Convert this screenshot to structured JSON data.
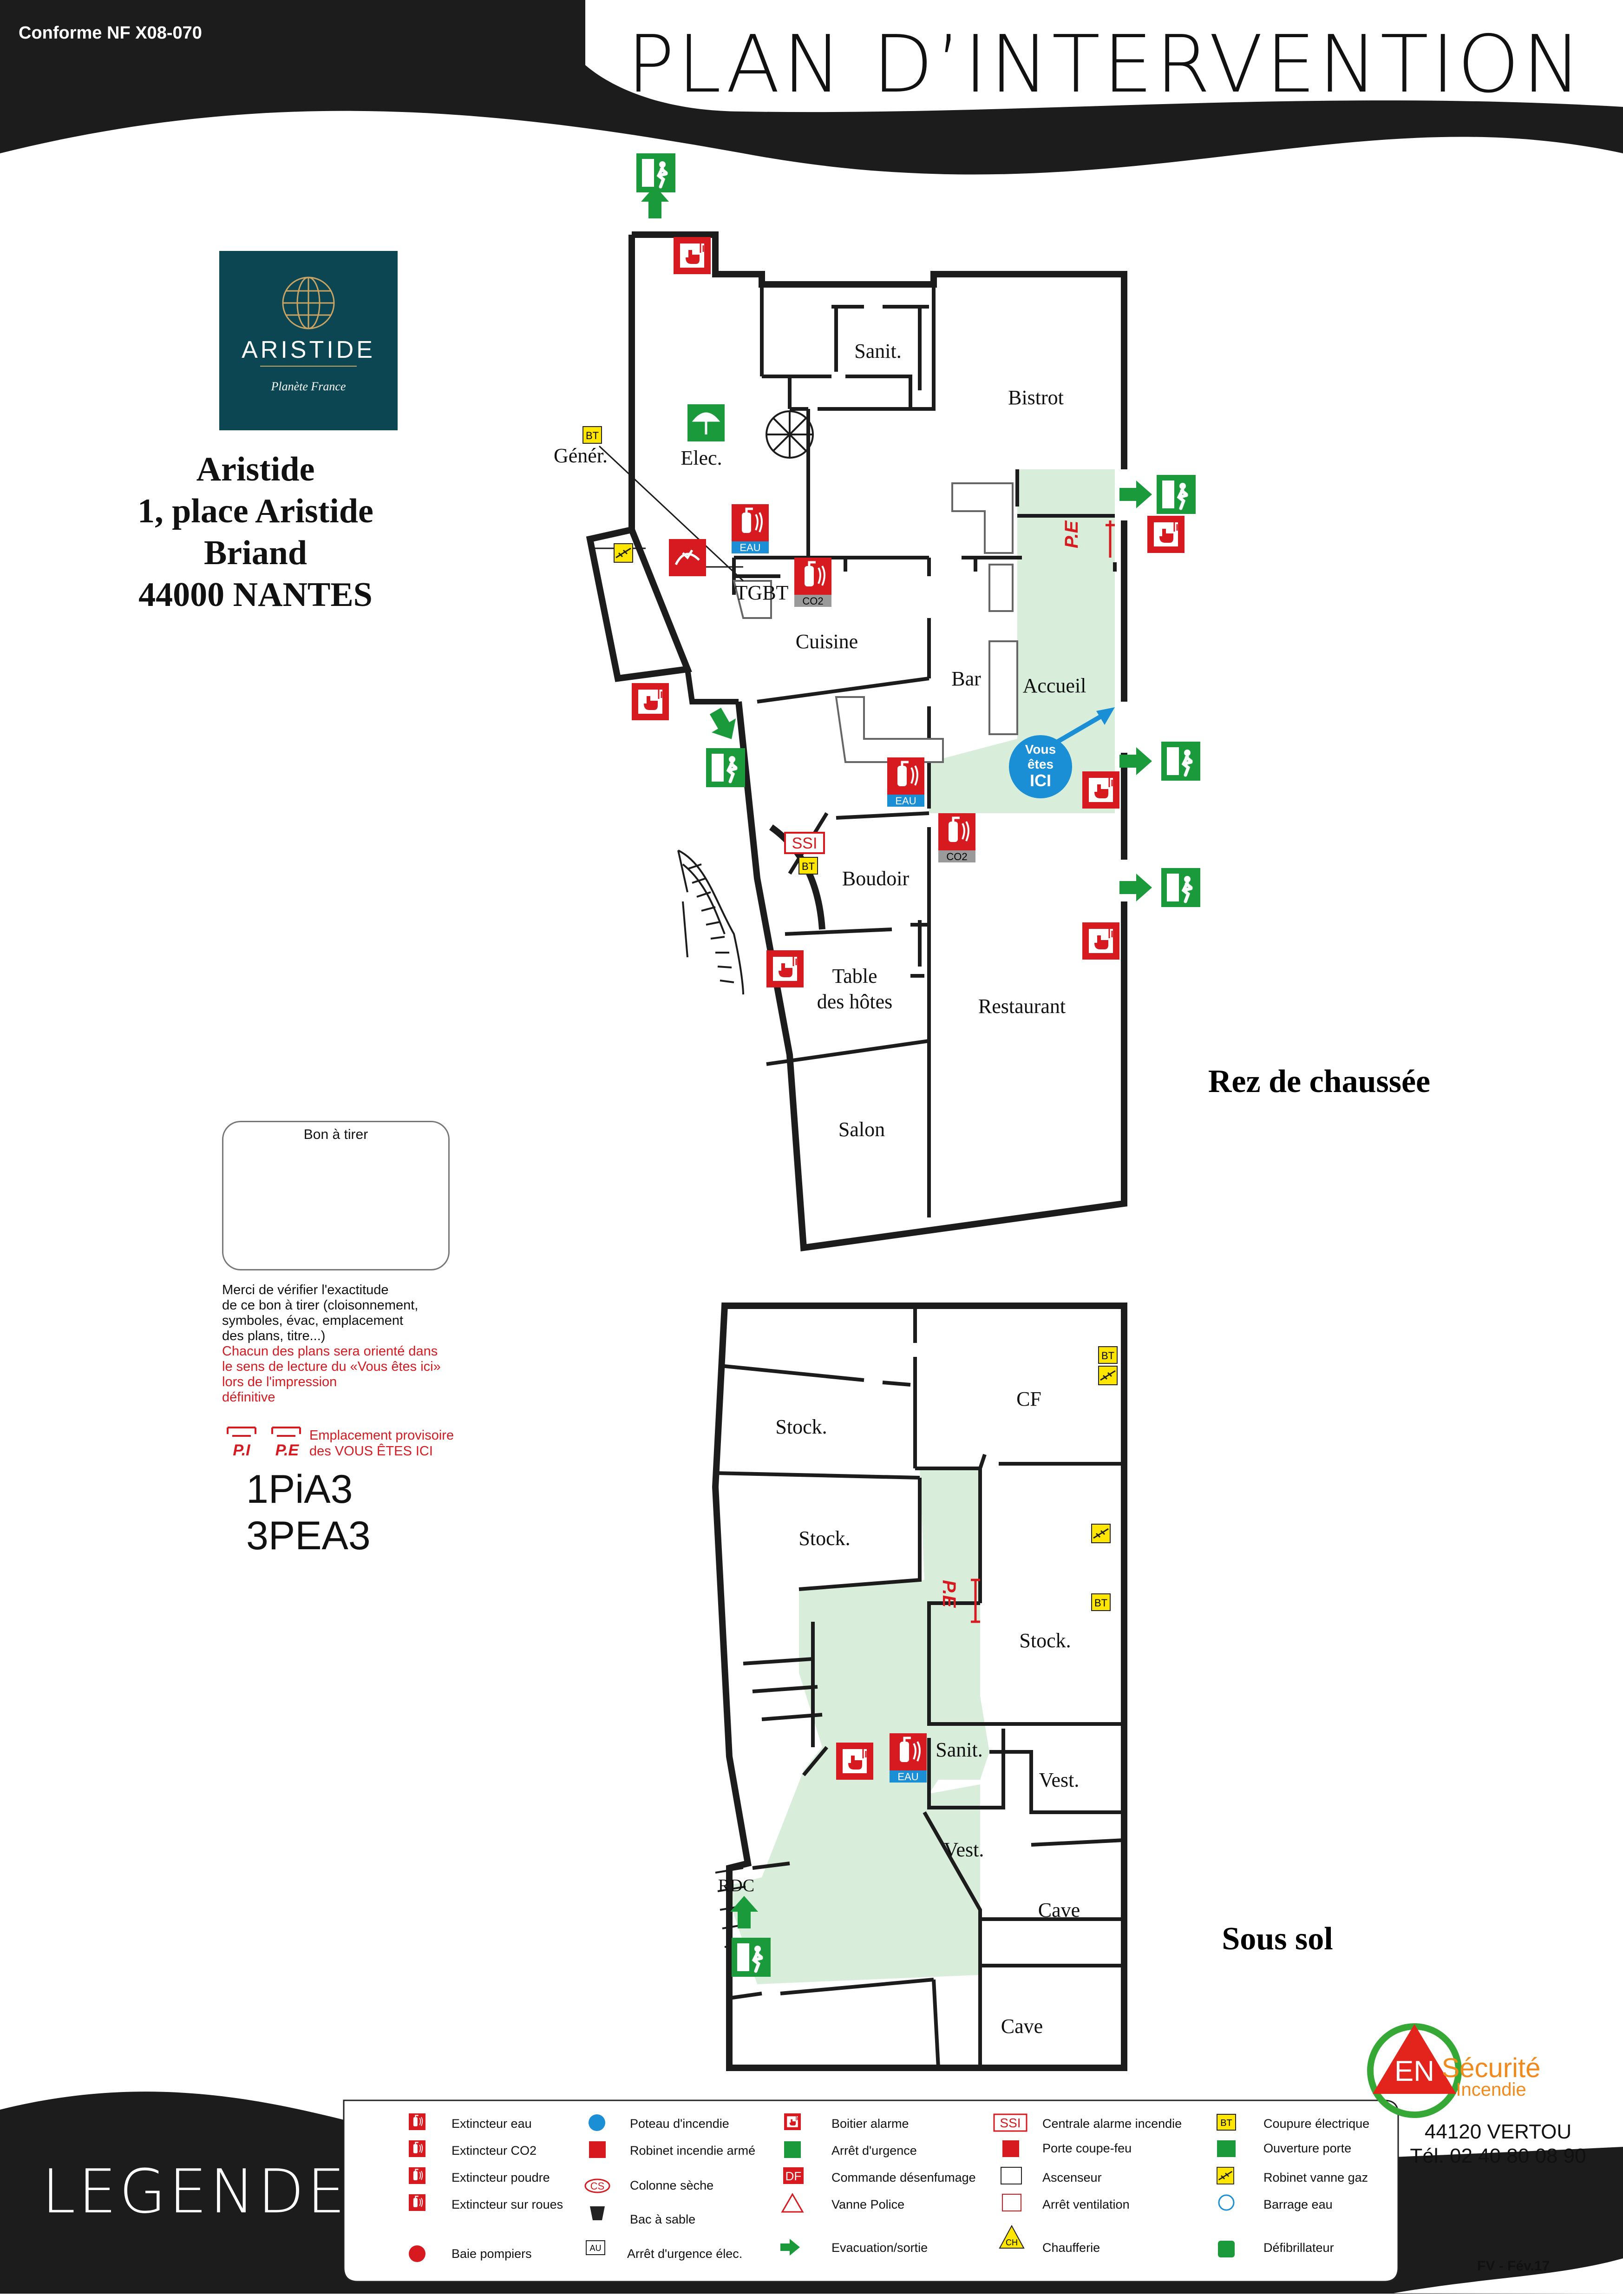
{
  "header": {
    "conformity": "Conforme NF X08-070",
    "title": "PLAN D’INTERVENTION"
  },
  "logo": {
    "brand": "ARISTIDE",
    "tagline": "Planète France",
    "bg_color": "#0b4652"
  },
  "address": {
    "line1": "Aristide",
    "line2": "1, place Aristide Briand",
    "line3": "44000 NANTES"
  },
  "ground_floor": {
    "label": "Rez de chaussée",
    "rooms": {
      "sanit": "Sanit.",
      "bistrot": "Bistrot",
      "elec": "Elec.",
      "gener": "Génér.",
      "tgbt": "TGBT",
      "cuisine": "Cuisine",
      "bar": "Bar",
      "accueil": "Accueil",
      "boudoir": "Boudoir",
      "table_hotes_1": "Table",
      "table_hotes_2": "des hôtes",
      "restaurant": "Restaurant",
      "salon": "Salon"
    },
    "you_are_here": {
      "line1": "Vous",
      "line2": "êtes",
      "line3": "ICI"
    }
  },
  "basement": {
    "label": "Sous sol",
    "rooms": {
      "stock1": "Stock.",
      "cf": "CF",
      "stock2": "Stock.",
      "stock3": "Stock.",
      "sanit": "Sanit.",
      "vest1": "Vest.",
      "vest2": "Vest.",
      "cave1": "Cave",
      "cave2": "Cave",
      "rdc": "RDC"
    }
  },
  "symbol_text": {
    "bt": "BT",
    "eau": "EAU",
    "co2": "CO2",
    "ssi": "SSI",
    "pe": "P.E",
    "pi": "P.I",
    "cs": "CS",
    "df": "DF",
    "ch": "CH",
    "au": "AU"
  },
  "proof": {
    "title": "Bon à tirer",
    "note_black": [
      "Merci de vérifier l'exactitude",
      "de ce bon à tirer (cloisonnement,",
      "symboles, évac, emplacement",
      "des plans, titre...)"
    ],
    "note_red": [
      "Chacun des plans sera orienté dans",
      "le sens de lecture du «Vous êtes ici»",
      "lors de l'impression",
      "définitive"
    ],
    "placeholder_note": [
      "Emplacement provisoire",
      "des VOUS ÊTES ICI"
    ],
    "code1": "1PiA3",
    "code2": "3PEA3"
  },
  "company": {
    "name_en": "EN",
    "name_1": "Sécurité",
    "name_2": "Incendie",
    "city": "44120 VERTOU",
    "phone": "Tél. 02 40 80 08 90"
  },
  "legend": {
    "title": "LEGENDE",
    "col1": [
      "Extincteur eau",
      "Extincteur CO2",
      "Extincteur poudre",
      "Extincteur sur roues",
      "Baie pompiers"
    ],
    "col2": [
      "Poteau d'incendie",
      "Robinet incendie armé",
      "Colonne sèche",
      "Bac à sable",
      "Arrêt d'urgence élec."
    ],
    "col3": [
      "Boitier alarme",
      "Arrêt d'urgence",
      "Commande désenfumage",
      "Vanne Police",
      "Evacuation/sortie"
    ],
    "col4": [
      "Centrale alarme incendie",
      "Porte coupe-feu",
      "Ascenseur",
      "Arrêt ventilation",
      "Chaufferie"
    ],
    "col5": [
      "Coupure électrique",
      "Ouverture porte",
      "Robinet vanne gaz",
      "Barrage eau",
      "Défibrillateur"
    ]
  },
  "footer": {
    "revision": "FV - Fév.17"
  },
  "colors": {
    "fire_red": "#d71920",
    "exit_green": "#1a9a3a",
    "path_green": "#d8eedb",
    "ici_blue": "#1b8fd6",
    "bt_yellow": "#ffe600",
    "eau_blue": "#1b8fd6",
    "co2_grey": "#9a9a9a"
  }
}
